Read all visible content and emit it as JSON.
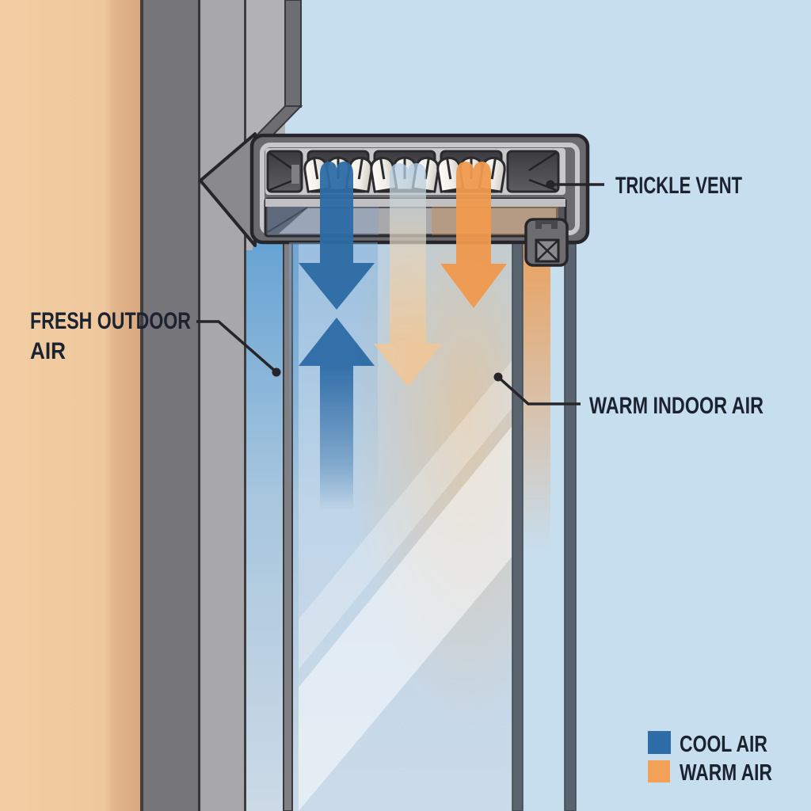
{
  "diagram": {
    "subject": "window trickle vent airflow cross-section",
    "labels": {
      "trickle_vent": "TRICKLE VENT",
      "fresh_outdoor_air": {
        "lines": [
          "FRESH OUTDOOR",
          "AIR"
        ]
      },
      "warm_indoor_air": "WARM INDOOR AIR"
    },
    "legend": {
      "items": [
        {
          "label": "COOL AIR",
          "color": "#2e6da6"
        },
        {
          "label": "WARM AIR",
          "color": "#f2a159"
        }
      ]
    },
    "colors": {
      "cool_air_arrow": "#2d6ba5",
      "warm_air_arrow": "#f0994e",
      "mixed_air_pale": "#f4c691",
      "outdoor_wall": "#f1cb9f",
      "frame_gray": "#76767a",
      "background_sky": "#c7deef"
    }
  }
}
